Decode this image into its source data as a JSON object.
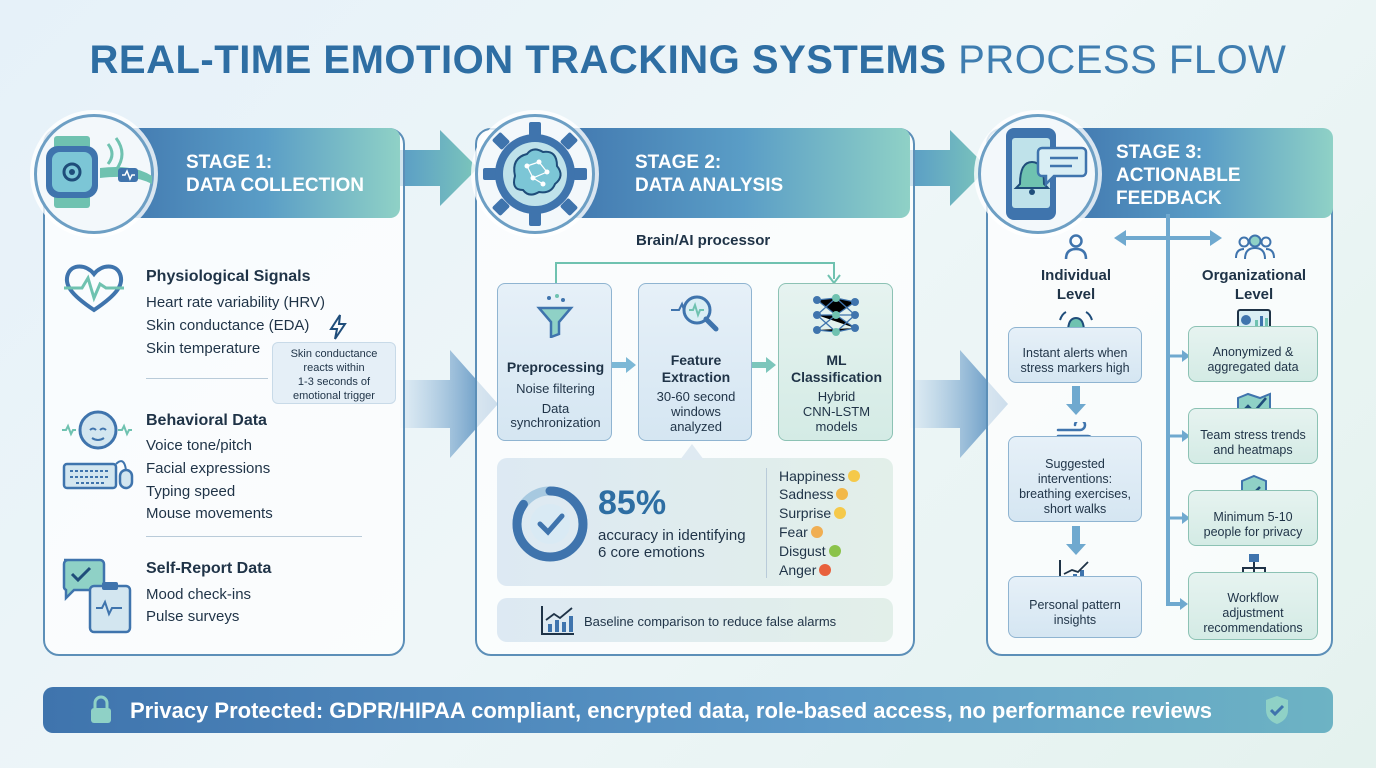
{
  "title": {
    "bold": "REAL-TIME EMOTION TRACKING SYSTEMS",
    "light": "PROCESS FLOW"
  },
  "stage1": {
    "label_line1": "STAGE 1:",
    "label_line2": "DATA COLLECTION",
    "physiological": {
      "title": "Physiological Signals",
      "items": [
        "Heart rate variability (HRV)",
        "Skin conductance (EDA)",
        "Skin temperature"
      ],
      "note": [
        "Skin conductance",
        "reacts within",
        "1-3 seconds of",
        "emotional trigger"
      ]
    },
    "behavioral": {
      "title": "Behavioral Data",
      "items": [
        "Voice tone/pitch",
        "Facial expressions",
        "Typing speed",
        "Mouse movements"
      ]
    },
    "selfreport": {
      "title": "Self-Report Data",
      "items": [
        "Mood check-ins",
        "Pulse surveys"
      ]
    }
  },
  "stage2": {
    "label_line1": "STAGE 2:",
    "label_line2": "DATA ANALYSIS",
    "processor_label": "Brain/AI processor",
    "preprocessing": {
      "title": "Preprocessing",
      "lines": [
        "Noise filtering",
        "Data",
        "synchronization"
      ]
    },
    "feature": {
      "title_lines": [
        "Feature",
        "Extraction"
      ],
      "lines": [
        "30-60 second",
        "windows",
        "analyzed"
      ]
    },
    "ml": {
      "title_lines": [
        "ML",
        "Classification"
      ],
      "lines": [
        "Hybrid",
        "CNN-LSTM",
        "models"
      ]
    },
    "accuracy": {
      "value": "85%",
      "line1": "accuracy in identifying",
      "line2": "6 core emotions",
      "fraction": 0.85
    },
    "emotions": [
      "Happiness",
      "Sadness",
      "Surprise",
      "Fear",
      "Disgust",
      "Anger"
    ],
    "baseline": "Baseline comparison to reduce false alarms"
  },
  "stage3": {
    "label_line1": "STAGE 3:",
    "label_line2": "ACTIONABLE",
    "label_line3": "FEEDBACK",
    "individual": {
      "title_lines": [
        "Individual",
        "Level"
      ],
      "boxes": [
        [
          "Instant alerts when",
          "stress markers high"
        ],
        [
          "Suggested",
          "interventions:",
          "breathing exercises,",
          "short walks"
        ],
        [
          "Personal pattern",
          "insights"
        ]
      ]
    },
    "organizational": {
      "title_lines": [
        "Organizational",
        "Level"
      ],
      "boxes": [
        [
          "Anonymized &",
          "aggregated data"
        ],
        [
          "Team stress trends",
          "and heatmaps"
        ],
        [
          "Minimum 5-10",
          "people for privacy"
        ],
        [
          "Workflow",
          "adjustment",
          "recommendations"
        ]
      ]
    }
  },
  "footer": "Privacy Protected: GDPR/HIPAA compliant, encrypted data, role-based access, no performance reviews",
  "colors": {
    "primary": "#3f74ad",
    "teal": "#6fc2b0",
    "text": "#1f3347"
  }
}
